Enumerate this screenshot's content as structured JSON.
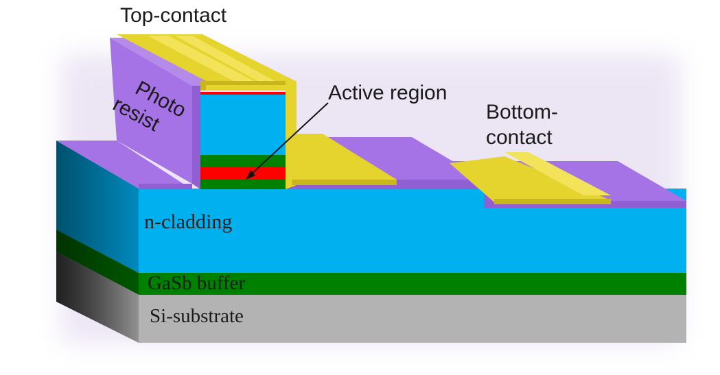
{
  "labels": {
    "top_contact": "Top-contact",
    "photo_resist_line1": "Photo",
    "photo_resist_line2": "resist",
    "active_region": "Active region",
    "bottom_contact_line1": "Bottom-",
    "bottom_contact_line2": "contact",
    "n_cladding": "n-cladding",
    "gasb_buffer": "GaSb buffer",
    "si_substrate": "Si-substrate"
  },
  "colors": {
    "cladding": "#00b0ef",
    "buffer": "#008000",
    "substrate": "#b3b3b3",
    "photoresist": "#a673e6",
    "contact": "#e6d42e",
    "active": "#ff0000"
  }
}
